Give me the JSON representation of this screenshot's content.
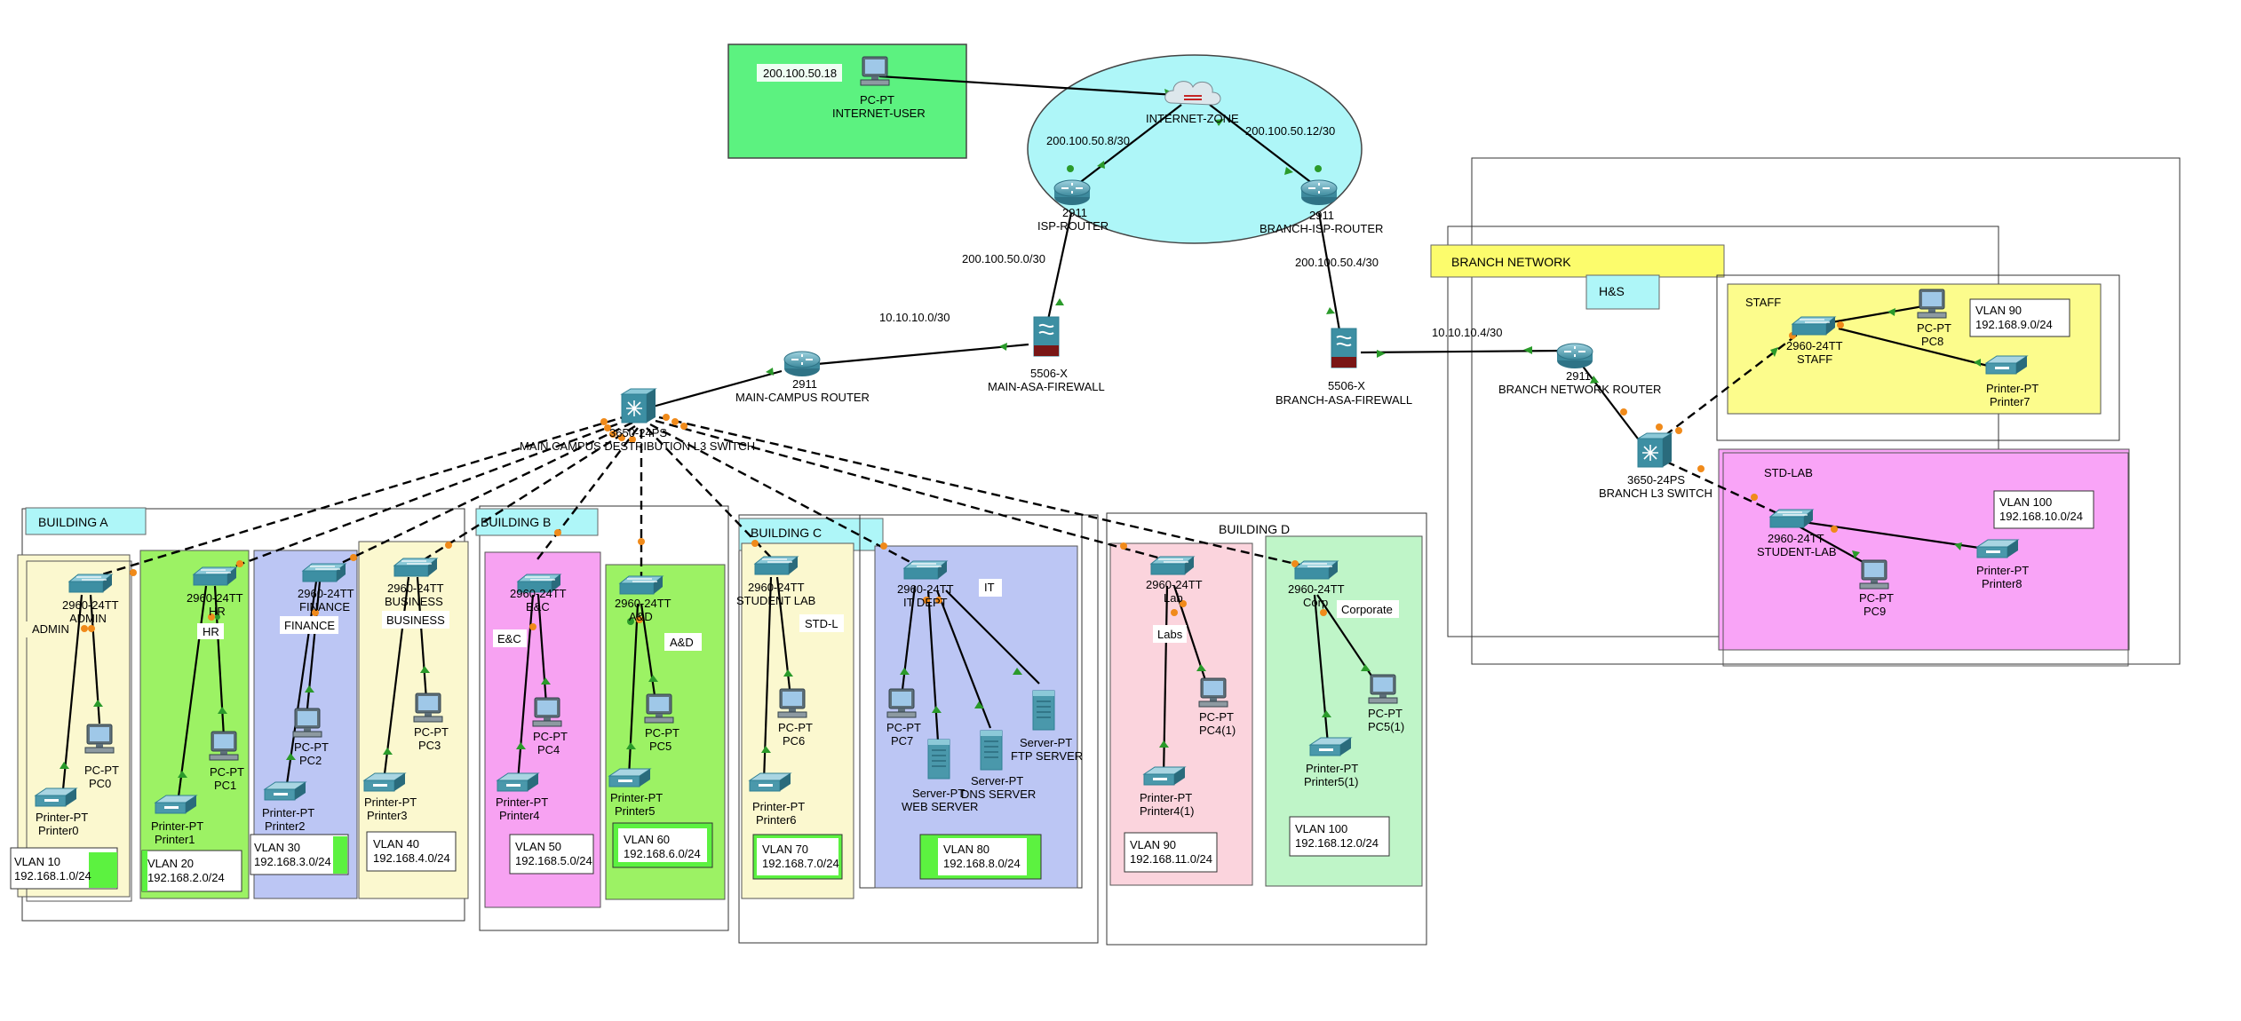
{
  "colors": {
    "internet_zone": "#aef6f8",
    "internet_user_area": "#5cf280",
    "admin": "#fbf8cf",
    "hr": "#9cf264",
    "finance": "#bcc6f4",
    "business": "#fbf8cf",
    "ec": "#f7a2f2",
    "ad": "#9cf264",
    "studentlab": "#fbf8cf",
    "it": "#bcc6f4",
    "labs": "#fbd4dd",
    "corp": "#bff5c8",
    "branch_label": "#fcfc6c",
    "staff": "#fcfc8c",
    "stdlab": "#f9a4f7",
    "label_tag": "#aef6f8",
    "vlan_fill": "#5cf240",
    "router": "#3d8a9d",
    "switch": "#46a2b8",
    "firewall": "#7a1616",
    "link": "#000000",
    "dashed": "#000000",
    "port_up": "#2a9a2a",
    "port_orange": "#f08a1a"
  },
  "devices": {
    "internet_user": {
      "type": "PC-PT",
      "name": "INTERNET-USER",
      "icon": "pc-icon"
    },
    "internet_cloud": {
      "type": "",
      "name": "INTERNET-ZONE",
      "icon": "cloud-icon"
    },
    "isp_router": {
      "type": "2911",
      "name": "ISP-ROUTER",
      "icon": "router-icon"
    },
    "branch_isp_router": {
      "type": "2911",
      "name": "BRANCH-ISP-ROUTER",
      "icon": "router-icon"
    },
    "main_asa": {
      "type": "5506-X",
      "name": "MAIN-ASA-FIREWALL",
      "icon": "firewall-icon"
    },
    "branch_asa": {
      "type": "5506-X",
      "name": "BRANCH-ASA-FIREWALL",
      "icon": "firewall-icon"
    },
    "main_router": {
      "type": "2911",
      "name": "MAIN-CAMPUS ROUTER",
      "icon": "router-icon"
    },
    "main_l3": {
      "type": "3650-24PS",
      "name": "MAIN CAMPUS DESTRIBUTION L3 SWITCH",
      "icon": "l3-switch-icon"
    },
    "branch_router": {
      "type": "2911",
      "name": "BRANCH NETWORK ROUTER",
      "icon": "router-icon"
    },
    "branch_l3": {
      "type": "3650-24PS",
      "name": "BRANCH L3 SWITCH",
      "icon": "l3-switch-icon"
    },
    "sw_admin": {
      "type": "2960-24TT",
      "name": "ADMIN"
    },
    "sw_hr": {
      "type": "2960-24TT",
      "name": "HR"
    },
    "sw_finance": {
      "type": "2960-24TT",
      "name": "FINANCE"
    },
    "sw_business": {
      "type": "2960-24TT",
      "name": "BUSINESS"
    },
    "sw_ec": {
      "type": "2960-24TT",
      "name": "E&C"
    },
    "sw_ad": {
      "type": "2960-24TT",
      "name": "A&D"
    },
    "sw_studentlab": {
      "type": "2960-24TT",
      "name": "STUDENT LAB"
    },
    "sw_it": {
      "type": "2960-24TT",
      "name": "IT DEPT"
    },
    "sw_lab": {
      "type": "2960-24TT",
      "name": "Lab"
    },
    "sw_corp": {
      "type": "2960-24TT",
      "name": "Corp"
    },
    "sw_staff": {
      "type": "2960-24TT",
      "name": "STAFF"
    },
    "sw_student": {
      "type": "2960-24TT",
      "name": "STUDENT-LAB"
    },
    "pc0": {
      "type": "PC-PT",
      "name": "PC0"
    },
    "pc1": {
      "type": "PC-PT",
      "name": "PC1"
    },
    "pc2": {
      "type": "PC-PT",
      "name": "PC2"
    },
    "pc3": {
      "type": "PC-PT",
      "name": "PC3"
    },
    "pc4": {
      "type": "PC-PT",
      "name": "PC4"
    },
    "pc5": {
      "type": "PC-PT",
      "name": "PC5"
    },
    "pc6": {
      "type": "PC-PT",
      "name": "PC6"
    },
    "pc7": {
      "type": "PC-PT",
      "name": "PC7"
    },
    "pc4_1": {
      "type": "PC-PT",
      "name": "PC4(1)"
    },
    "pc5_1": {
      "type": "PC-PT",
      "name": "PC5(1)"
    },
    "pc8": {
      "type": "PC-PT",
      "name": "PC8"
    },
    "pc9": {
      "type": "PC-PT",
      "name": "PC9"
    },
    "printer0": {
      "type": "Printer-PT",
      "name": "Printer0"
    },
    "printer1": {
      "type": "Printer-PT",
      "name": "Printer1"
    },
    "printer2": {
      "type": "Printer-PT",
      "name": "Printer2"
    },
    "printer3": {
      "type": "Printer-PT",
      "name": "Printer3"
    },
    "printer4": {
      "type": "Printer-PT",
      "name": "Printer4"
    },
    "printer5": {
      "type": "Printer-PT",
      "name": "Printer5"
    },
    "printer6": {
      "type": "Printer-PT",
      "name": "Printer6"
    },
    "printer4_1": {
      "type": "Printer-PT",
      "name": "Printer4(1)"
    },
    "printer5_1": {
      "type": "Printer-PT",
      "name": "Printer5(1)"
    },
    "printer7": {
      "type": "Printer-PT",
      "name": "Printer7"
    },
    "printer8": {
      "type": "Printer-PT",
      "name": "Printer8"
    },
    "web_server": {
      "type": "Server-PT",
      "name": "WEB SERVER"
    },
    "dns_server": {
      "type": "Server-PT",
      "name": "DNS SERVER"
    },
    "ftp_server": {
      "type": "Server-PT",
      "name": "FTP SERVER"
    }
  },
  "link_labels": {
    "internet_user_ip": "200.100.50.18",
    "isp_link": "200.100.50.8/30",
    "branch_isp_link": "200.100.50.12/30",
    "isp_asa_link": "200.100.50.0/30",
    "branch_isp_asa_link": "200.100.50.4/30",
    "main_router_asa_link": "10.10.10.0/30",
    "branch_router_asa_link": "10.10.10.4/30"
  },
  "buildings": {
    "a": "BUILDING A",
    "b": "BUILDING B",
    "c": "BUILDING C",
    "d": "BUILDING D",
    "branch": "BRANCH NETWORK",
    "hs": "H&S"
  },
  "dept_labels": {
    "admin": "ADMIN",
    "hr": "HR",
    "finance": "FINANCE",
    "business": "BUSINESS",
    "ec": "E&C",
    "ad": "A&D",
    "stdl": "STD-L",
    "it": "IT",
    "labs": "Labs",
    "corporate": "Corporate",
    "staff": "STAFF",
    "stdlab": "STD-LAB"
  },
  "vlans": {
    "v10": {
      "id": "VLAN 10",
      "subnet": "192.168.1.0/24"
    },
    "v20": {
      "id": "VLAN 20",
      "subnet": "192.168.2.0/24"
    },
    "v30": {
      "id": "VLAN 30",
      "subnet": "192.168.3.0/24"
    },
    "v40": {
      "id": "VLAN 40",
      "subnet": "192.168.4.0/24"
    },
    "v50": {
      "id": "VLAN 50",
      "subnet": "192.168.5.0/24"
    },
    "v60": {
      "id": "VLAN 60",
      "subnet": "192.168.6.0/24"
    },
    "v70": {
      "id": "VLAN 70",
      "subnet": "192.168.7.0/24"
    },
    "v80": {
      "id": "VLAN 80",
      "subnet": "192.168.8.0/24"
    },
    "v90": {
      "id": "VLAN 90",
      "subnet": "192.168.11.0/24"
    },
    "v100": {
      "id": "VLAN 100",
      "subnet": "192.168.12.0/24"
    },
    "b90": {
      "id": "VLAN 90",
      "subnet": "192.168.9.0/24"
    },
    "b100": {
      "id": "VLAN 100",
      "subnet": "192.168.10.0/24"
    }
  }
}
